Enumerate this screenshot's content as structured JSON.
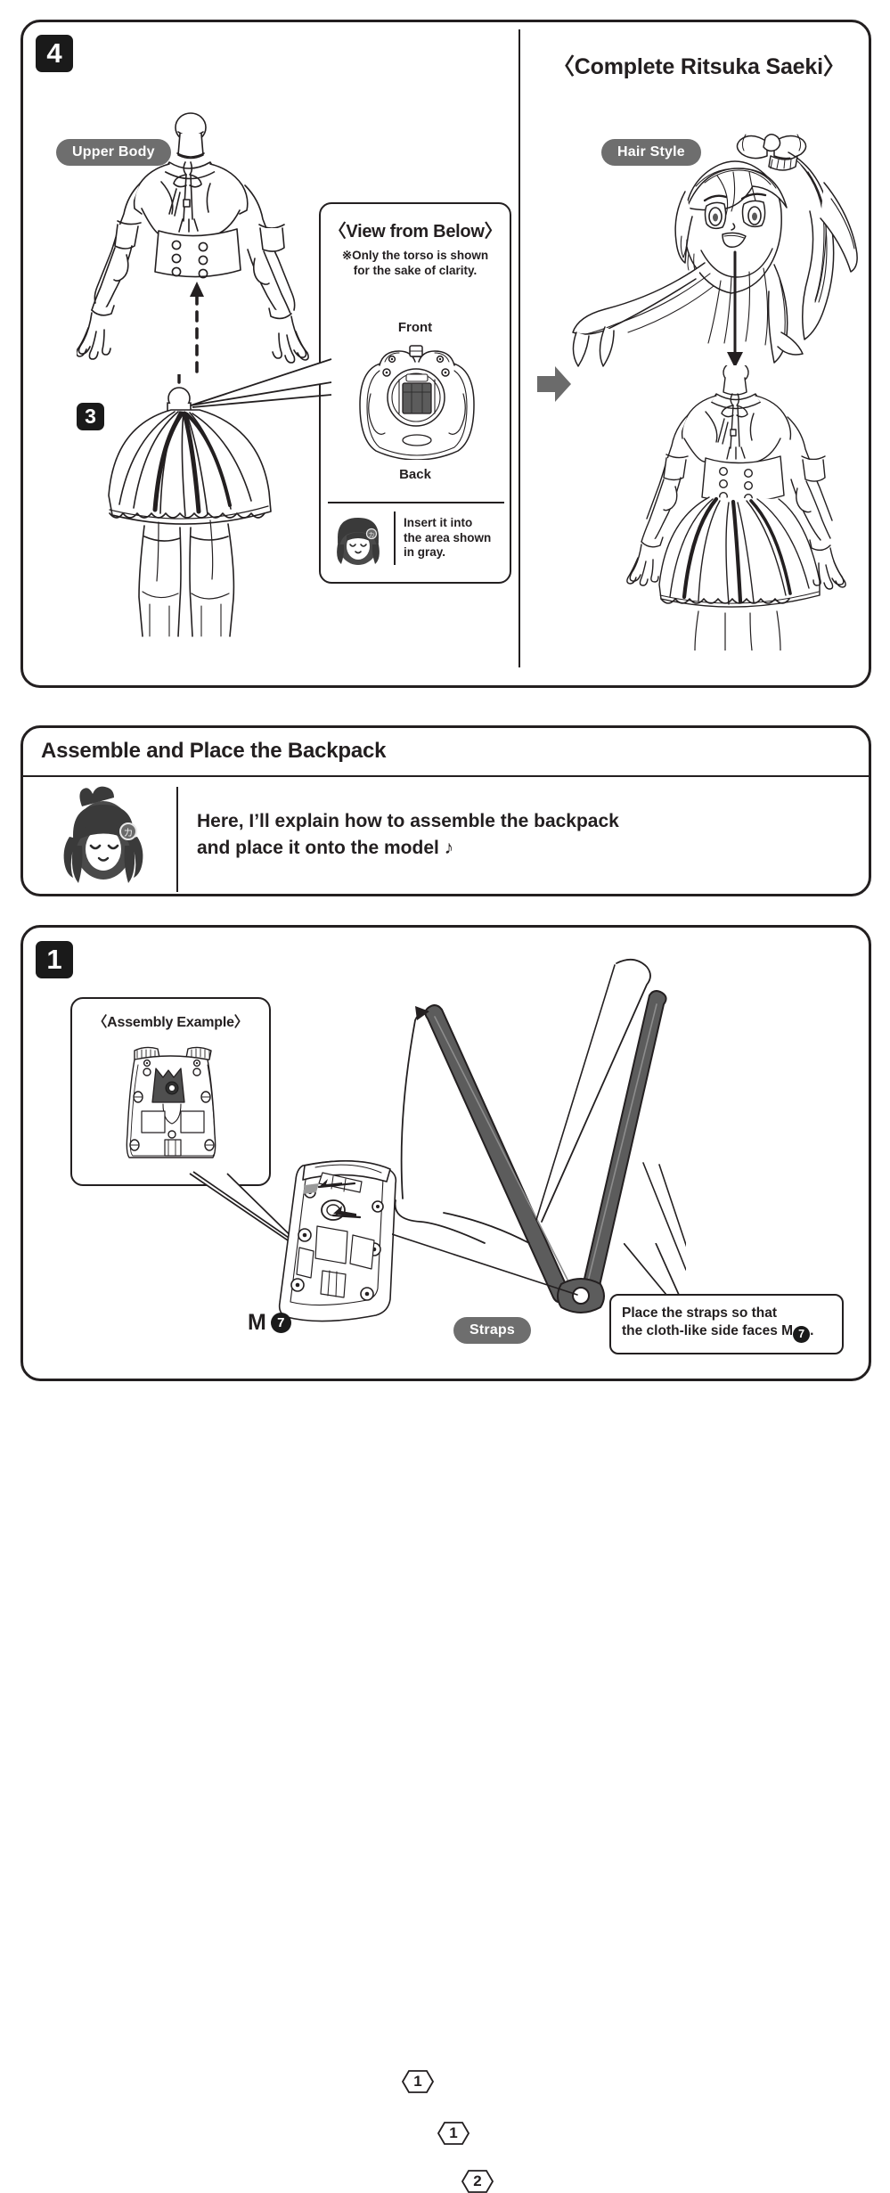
{
  "page": {
    "panels": [
      {
        "id": "step4",
        "badge": "4"
      },
      {
        "id": "intro"
      },
      {
        "id": "step1",
        "badge": "1"
      }
    ]
  },
  "step4": {
    "badge": "4",
    "sub_badge": "3",
    "labels": {
      "upper_body": "Upper Body",
      "hair_style": "Hair Style"
    },
    "complete_title": "〈Complete Ritsuka Saeki〉",
    "view_below": {
      "title": "〈View from Below〉",
      "note": "※Only the torso is shown\nfor the sake of clarity.",
      "front": "Front",
      "back": "Back",
      "gray_note": "Insert it into\nthe area shown\nin gray."
    }
  },
  "intro": {
    "title": "Assemble and Place the Backpack",
    "message": "Here, I’ll explain how to assemble the backpack\nand place it onto the model ♪"
  },
  "step1": {
    "badge": "1",
    "assembly_example_title": "〈Assembly Example〉",
    "part_label_prefix": "M",
    "part_label_number": "7",
    "straps_label": "Straps",
    "callouts": [
      {
        "id": "a",
        "value": "1"
      },
      {
        "id": "b",
        "value": "1"
      },
      {
        "id": "c",
        "value": "2"
      }
    ],
    "strap_note_line1": "Place the straps so that",
    "strap_note_line2_pre": "the cloth-like side faces M",
    "strap_note_number": "7",
    "strap_note_line2_post": "."
  },
  "colors": {
    "ink": "#231f20",
    "pill_gray": "#6e6e6e",
    "part_gray": "#5a5a5a",
    "badge_black": "#1a1a1a"
  }
}
